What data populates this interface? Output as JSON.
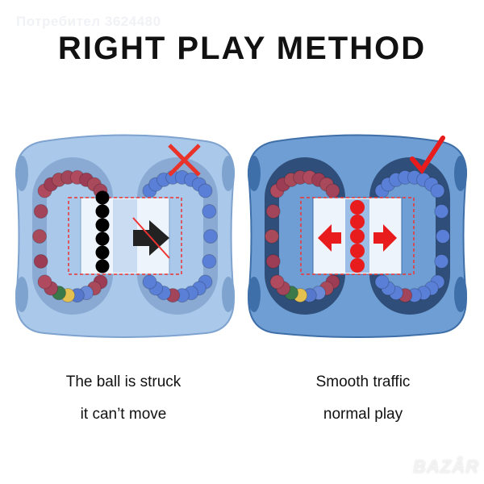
{
  "watermark": "Потребител 3624480",
  "title": "RIGHT PLAY METHOD",
  "left": {
    "caption_line1": "The ball is struck",
    "caption_line2": "it can’t move",
    "status_icon": "cross-icon",
    "body_color": "#a9c8ea"
  },
  "right": {
    "caption_line1": "Smooth traffic",
    "caption_line2": "normal play",
    "status_icon": "check-icon",
    "body_color": "#6e9ed3"
  },
  "logo": "BAZAR"
}
